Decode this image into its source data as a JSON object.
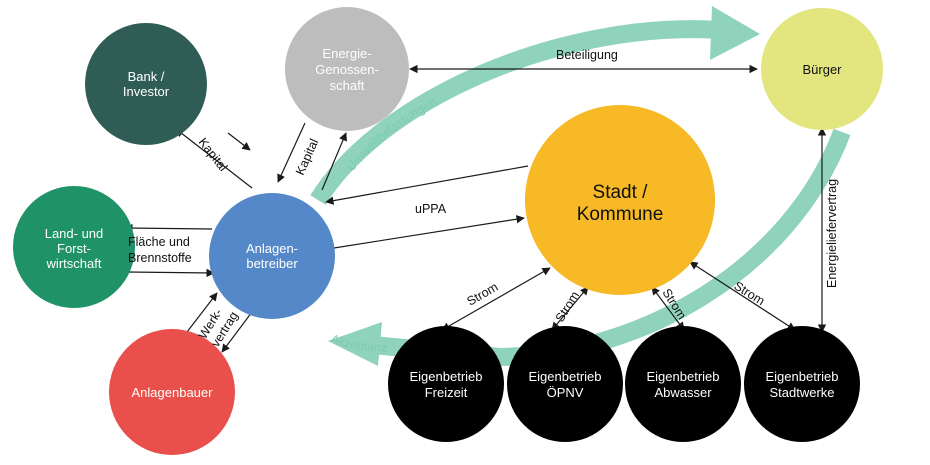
{
  "colors": {
    "green_band": "#8fd3bd",
    "green_text": "#7ecab0",
    "bank": "#2f5d55",
    "genossenschaft": "#bdbdbd",
    "buerger": "#e3e57e",
    "stadt": "#f7b925",
    "landwirtschaft": "#1f9268",
    "anlagenbetreiber": "#5488c8",
    "anlagenbauer": "#e9504b",
    "eigenbetrieb": "#000000"
  },
  "nodes": {
    "bank": [
      "Bank /",
      "Investor"
    ],
    "genossenschaft": [
      "Energie-",
      "Genossen-",
      "schaft"
    ],
    "buerger": [
      "Bürger"
    ],
    "stadt": [
      "Stadt /",
      "Kommune"
    ],
    "landwirtschaft": [
      "Land- und",
      "Forst-",
      "wirtschaft"
    ],
    "anlagenbetreiber": [
      "Anlagen-",
      "betreiber"
    ],
    "anlagenbauer": [
      "Anlagenbauer"
    ],
    "freizeit": [
      "Eigenbetrieb",
      "Freizeit"
    ],
    "oepnv": [
      "Eigenbetrieb",
      "ÖPNV"
    ],
    "abwasser": [
      "Eigenbetrieb",
      "Abwasser"
    ],
    "stadtwerke": [
      "Eigenbetrieb",
      "Stadtwerke"
    ]
  },
  "edges": {
    "beteiligung": "Beteiligung",
    "kapital_bank": "Kapital",
    "kapital_genossenschaft": "Kapital",
    "uppa": "uPPA",
    "flaeche": [
      "Fläche und",
      "Brennstoffe"
    ],
    "werkvertrag": [
      "Werk-",
      "vertrag"
    ],
    "strom": "Strom",
    "energieliefervertrag": "Energieliefervertrag"
  },
  "flows": {
    "umweltbelastungen": "Umweltbelastungen",
    "akzeptanz": "Akzeptanz"
  }
}
